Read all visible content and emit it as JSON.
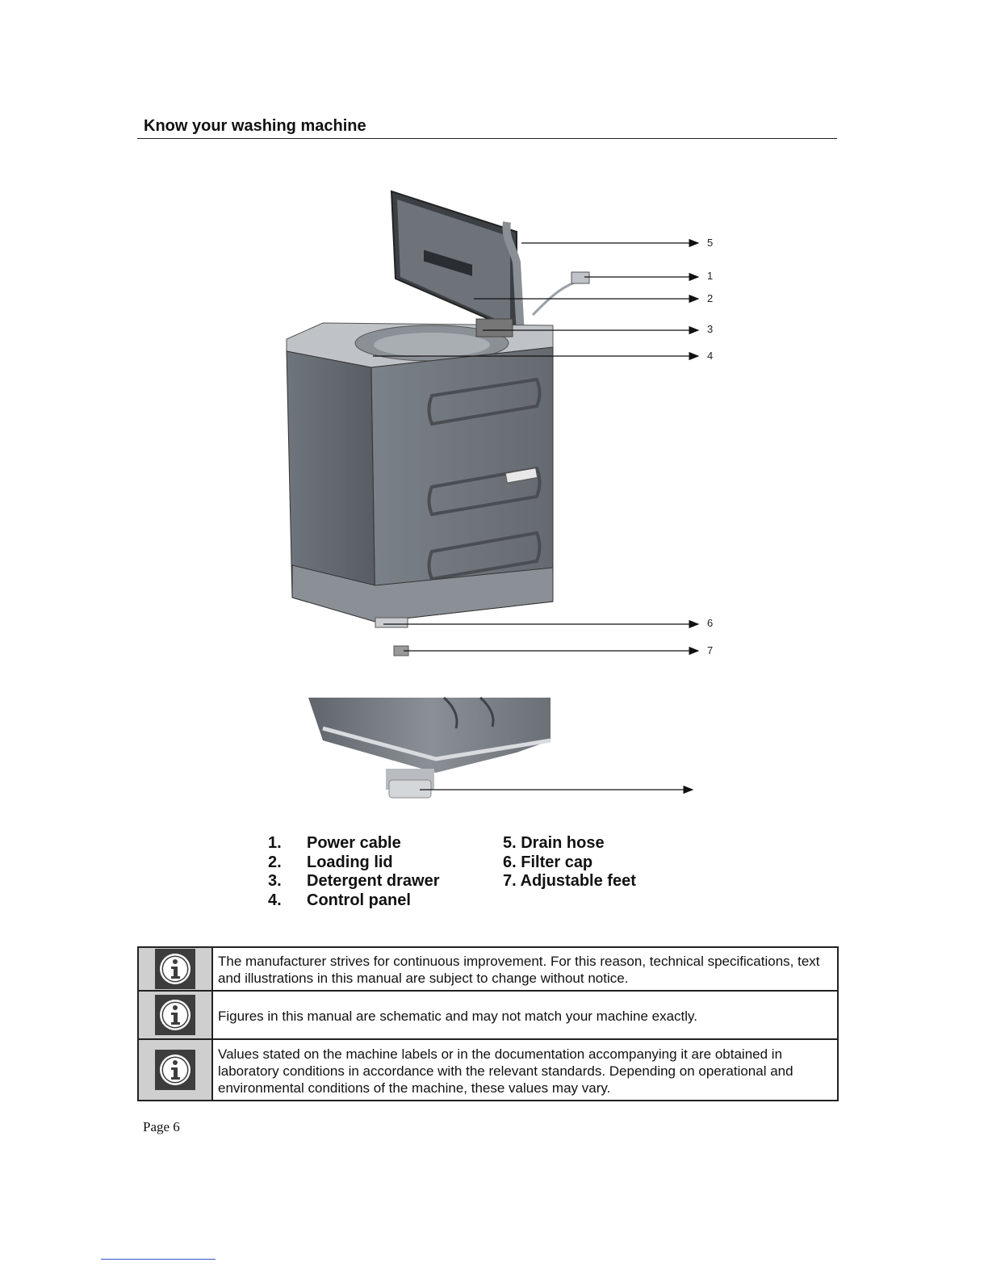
{
  "section": {
    "title": "Know your washing machine"
  },
  "diagram": {
    "callouts": [
      "5",
      "1",
      "2",
      "3",
      "4",
      "6",
      "7"
    ]
  },
  "legend": {
    "left": [
      {
        "num": "1.",
        "label": "Power cable"
      },
      {
        "num": "2.",
        "label": "Loading lid"
      },
      {
        "num": "3.",
        "label": "Detergent drawer"
      },
      {
        "num": "4.",
        "label": "Control panel"
      }
    ],
    "right": [
      {
        "label": "5. Drain hose"
      },
      {
        "label": "6. Filter cap"
      },
      {
        "label": "7. Adjustable feet"
      }
    ]
  },
  "notes": [
    {
      "icon": "info-icon",
      "text": "The manufacturer  strives for continuous improvement. For this reason, technical specifications, text and illustrations in this manual are subject to change without notice."
    },
    {
      "icon": "info-icon",
      "text": "Figures in this manual are schematic and may not match your machine exactly."
    },
    {
      "icon": "info-icon",
      "text": "Values stated on the machine labels or in the documentation accompanying it are obtained in laboratory conditions in accordance with the relevant standards. Depending on operational and environmental conditions of the machine, these values may vary."
    }
  ],
  "footer": {
    "page": "Page 6"
  }
}
